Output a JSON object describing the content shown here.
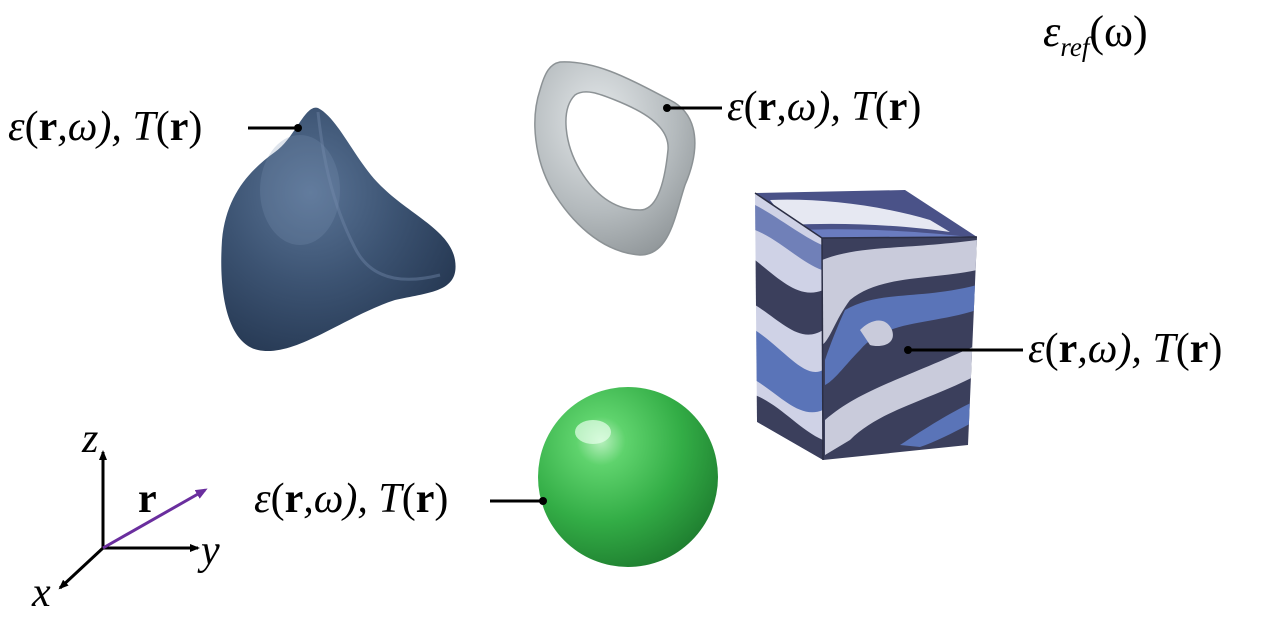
{
  "reference_medium": {
    "symbol": "ε",
    "subscript": "ref",
    "argument": "(ω)"
  },
  "object_label": {
    "eps": "ε",
    "open1": "(",
    "r1": "r",
    "omega": ",ω), ",
    "T": "T",
    "open2": "(",
    "r2": "r",
    "close2": ")"
  },
  "objects": [
    {
      "name": "tetrahedral-blob",
      "color": "#3e5673"
    },
    {
      "name": "ring",
      "color": "#b9bec0"
    },
    {
      "name": "striped-box",
      "color": "#3b3f5c"
    },
    {
      "name": "sphere",
      "color": "#3bb64f"
    }
  ],
  "axes": {
    "x": "x",
    "y": "y",
    "z": "z",
    "r": "r",
    "r_color": "#6a2e9e"
  }
}
